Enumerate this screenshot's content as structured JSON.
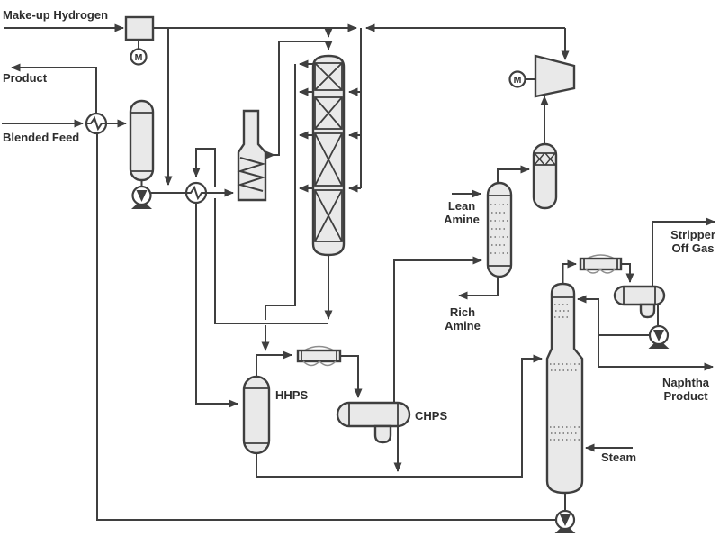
{
  "colors": {
    "line": "#3f3f3f",
    "equip": "#e9e9e9",
    "text": "#2d2d2d",
    "bg": "#ffffff"
  },
  "labels": {
    "make_up_hydrogen": "Make-up Hydrogen",
    "product": "Product",
    "blended_feed": "Blended Feed",
    "lean_amine": [
      "Lean",
      "Amine"
    ],
    "rich_amine": [
      "Rich",
      "Amine"
    ],
    "hhps": "HHPS",
    "chps": "CHPS",
    "stripper_off_gas": [
      "Stripper",
      "Off Gas"
    ],
    "naphtha_product": [
      "Naphtha",
      "Product"
    ],
    "steam": "Steam",
    "motor": "M"
  },
  "icons": {
    "heat_exchanger": "circle-zigzag-exchanger-icon",
    "air_cooler": "fin-fan-cooler-icon",
    "pump": "circle-triangle-pump-icon",
    "motor_drive": "motor-circle-icon",
    "compressor": "trapezoid-compressor-icon"
  }
}
